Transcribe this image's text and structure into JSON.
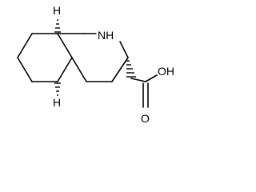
{
  "molecule": {
    "atoms": {
      "h_top": "H",
      "nh": "NH",
      "h_bottom": "H",
      "oh": "OH",
      "o": "O"
    }
  }
}
